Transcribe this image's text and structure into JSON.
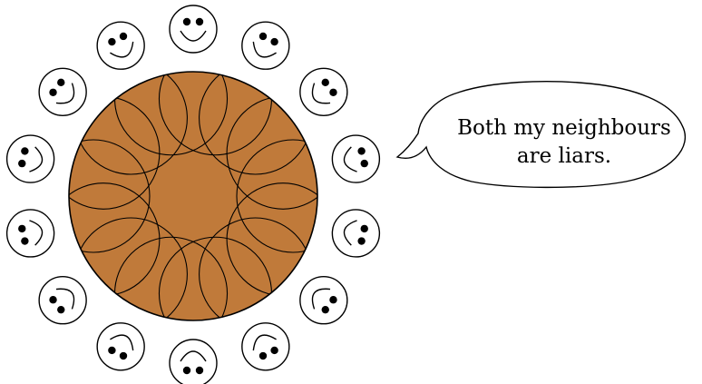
{
  "speech_bubble": {
    "lines": [
      "Both my neighbours",
      "are liars."
    ]
  },
  "table": {
    "fill_color": "#c07a3a",
    "stroke_color": "#000000"
  },
  "people": {
    "count": 14,
    "face_fill": "#ffffff",
    "stroke_color": "#000000",
    "icon": "smiley-face-icon"
  }
}
